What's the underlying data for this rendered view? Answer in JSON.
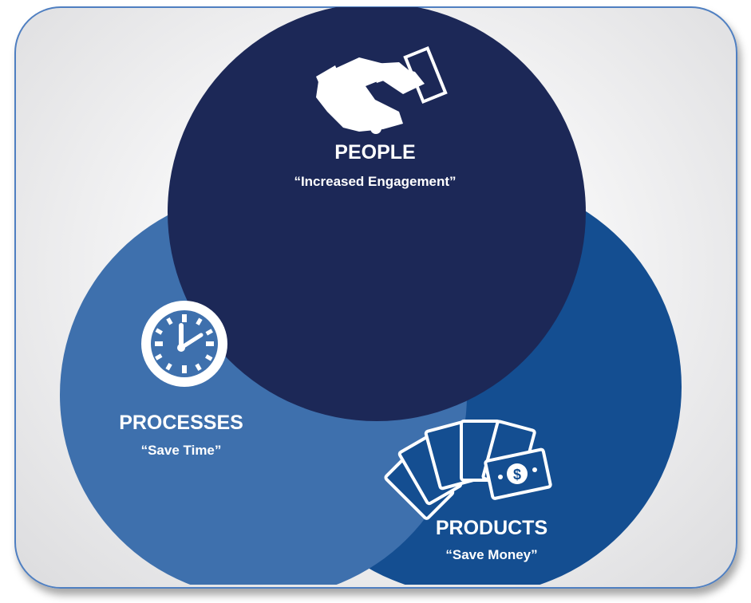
{
  "colors": {
    "people": "#1c2857",
    "processes": "#3e70ad",
    "products": "#144e91",
    "frame_border": "#4f7fc1",
    "text": "#ffffff"
  },
  "people": {
    "title": "PEOPLE",
    "subtitle": "“Increased Engagement”",
    "icon": "handshake-icon"
  },
  "processes": {
    "title": "PROCESSES",
    "subtitle": "“Save Time”",
    "icon": "clock-icon"
  },
  "products": {
    "title": "PRODUCTS",
    "subtitle": "“Save Money”",
    "icon": "money-fan-icon"
  }
}
